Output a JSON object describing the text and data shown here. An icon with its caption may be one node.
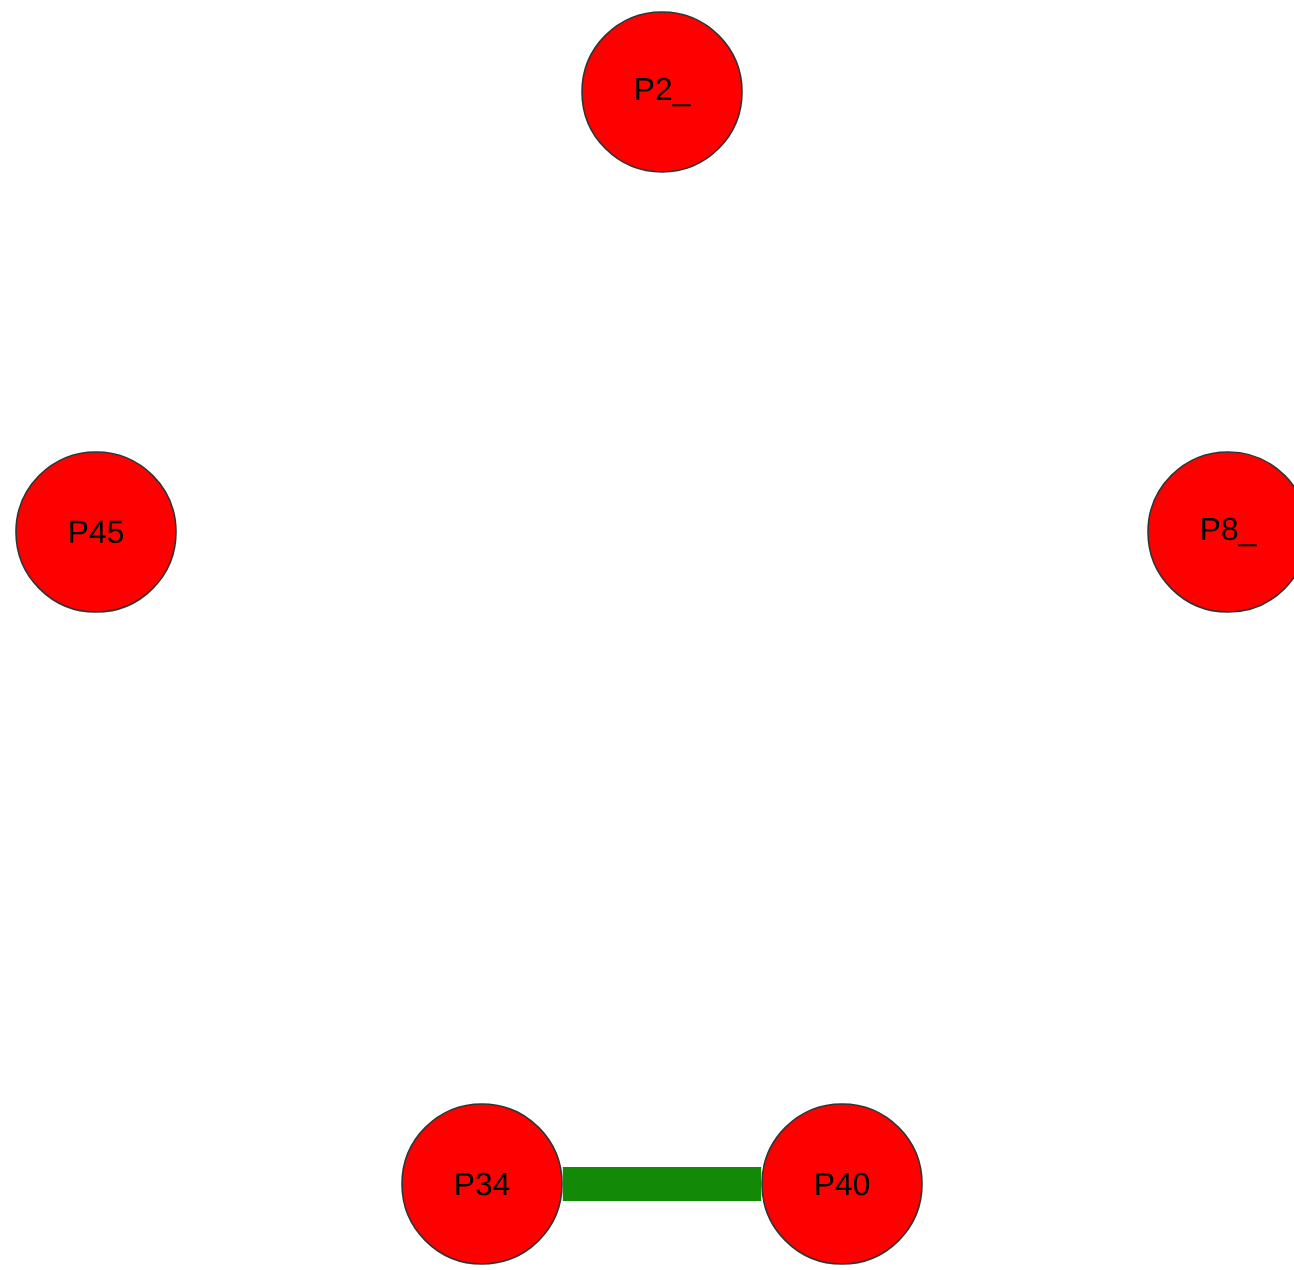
{
  "diagram": {
    "nodes": [
      {
        "text": [
          "P2_"
        ]
      },
      {
        "text": [
          "P45"
        ]
      },
      {
        "text": [
          "P8_"
        ]
      },
      {
        "text": [
          "P34"
        ]
      },
      {
        "text": [
          "P40"
        ]
      }
    ],
    "edges": [
      {
        "from": 3,
        "to": 4,
        "arrow": "none"
      }
    ]
  }
}
